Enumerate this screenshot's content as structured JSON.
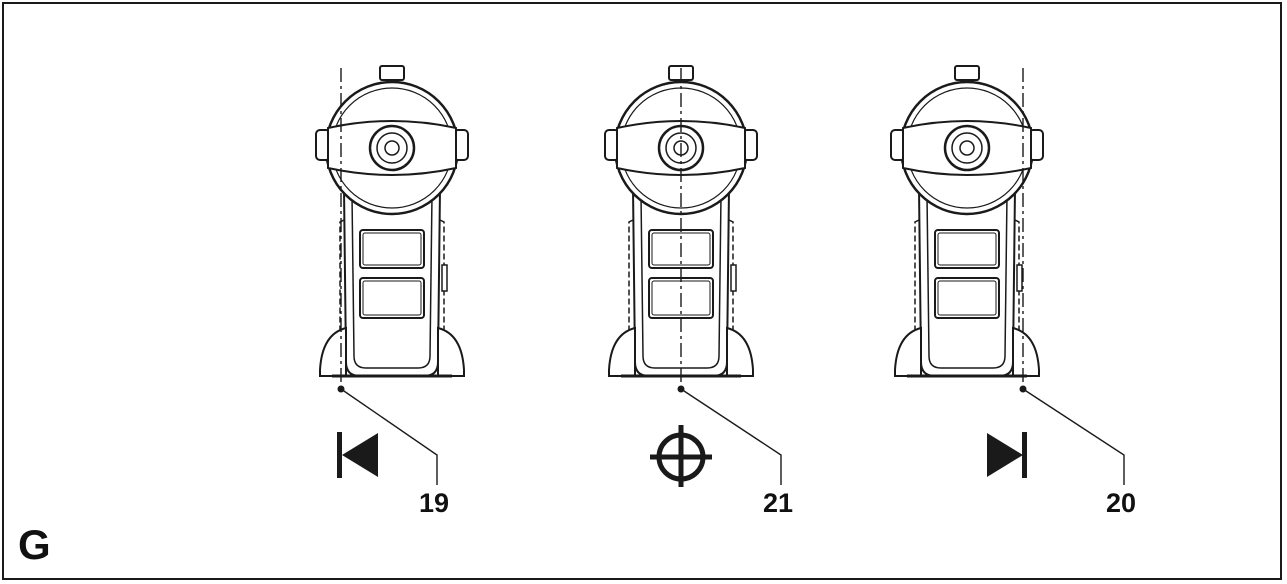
{
  "figure": {
    "letter": "G",
    "callouts": [
      {
        "id": "left",
        "label": "19"
      },
      {
        "id": "center",
        "label": "21"
      },
      {
        "id": "right",
        "label": "20"
      }
    ]
  },
  "colors": {
    "line": "#1a1a1a",
    "background": "#ffffff"
  },
  "icons": {
    "left": "align-left-icon",
    "center": "crosshair-icon",
    "right": "align-right-icon"
  }
}
